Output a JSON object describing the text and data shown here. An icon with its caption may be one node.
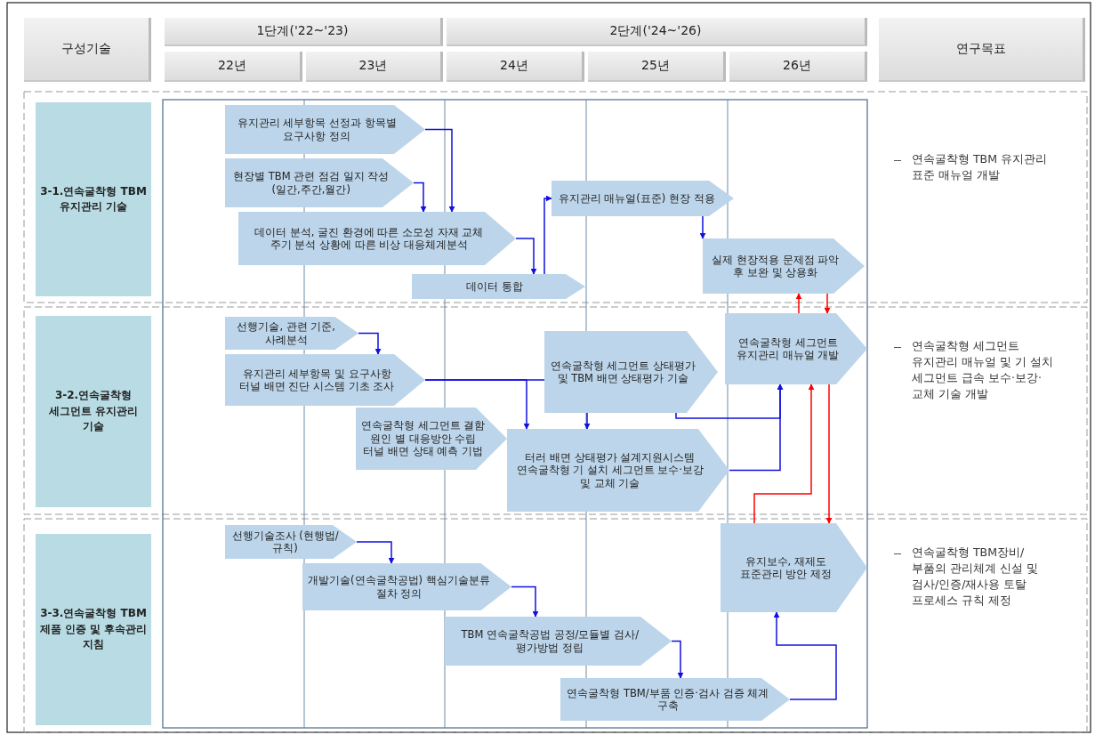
{
  "diagram": {
    "nodes": [
      {
        "text": [
          "구성기술"
        ]
      },
      {
        "text": [
          "1단계('22~'23)"
        ]
      },
      {
        "text": [
          "2단계('24~'26)"
        ]
      },
      {
        "text": [
          "22년"
        ]
      },
      {
        "text": [
          "23년"
        ]
      },
      {
        "text": [
          "24년"
        ]
      },
      {
        "text": [
          "25년"
        ]
      },
      {
        "text": [
          "26년"
        ]
      },
      {
        "text": [
          "연구목표"
        ]
      },
      {
        "text": [
          "3-1.연속굴착형 TBM 유지관리 기술"
        ]
      },
      {
        "text": [
          "3-2.연속굴착형 세그먼트 유지관리 기술"
        ]
      },
      {
        "text": [
          "3-3.연속굴착형 TBM 제품 인증 및 후속관리 지침"
        ]
      },
      {
        "text": [
          "유지관리 세부항목 선정과 항목별 요구사항 정의"
        ]
      },
      {
        "text": [
          "현장별 TBM 관련 점검 일지 작성 (일간,주간,월간)"
        ]
      },
      {
        "text": [
          "데이터 분석, 굴진 환경에 따른 소모성 자재 교체 주기 분석 상황에 따른 비상 대응체계분석"
        ]
      },
      {
        "text": [
          "데이터 통합"
        ]
      },
      {
        "text": [
          "유지관리 매뉴얼(표준) 현장 적용"
        ]
      },
      {
        "text": [
          "실제 현장적용 문제점 파악 후 보완 및 상용화"
        ]
      },
      {
        "text": [
          "선행기술, 관련 기준, 사례분석"
        ]
      },
      {
        "text": [
          "유지관리 세부항목 및 요구사항 터널 배면 진단 시스템 기초 조사"
        ]
      },
      {
        "text": [
          "연속굴착형 세그먼트 결함 원인 별 대응방안 수립 터널 배면 상태 예측 기법"
        ]
      },
      {
        "text": [
          "연속굴착형 세그먼트 상태평가 및 TBM 배면 상태평가 기술"
        ]
      },
      {
        "text": [
          "터러 배면 상태평가 설계지원시스템 연속굴착형 기 설치 세그먼트 보수·보강 및 교체 기술"
        ]
      },
      {
        "text": [
          "연속굴착형 세그먼트 유지관리 매뉴얼 개발"
        ]
      },
      {
        "text": [
          "선행기술조사 (현행법/규칙)"
        ]
      },
      {
        "text": [
          "개발기술(연속굴착공법) 핵심기술분류 절차 정의"
        ]
      },
      {
        "text": [
          "TBM 연속굴착공법 공정/모듈별 검사/평가방법 정립"
        ]
      },
      {
        "text": [
          "연속굴착형 TBM/부품 인증·검사 검증 체계 구축"
        ]
      },
      {
        "text": [
          "유지보수, 재제도 표준관리 방안 제정"
        ]
      }
    ],
    "edges": [
      {
        "from": 12,
        "to": 14,
        "arrow": "to"
      },
      {
        "from": 13,
        "to": 14,
        "arrow": "to"
      },
      {
        "from": 14,
        "to": 15,
        "arrow": "to"
      },
      {
        "from": 15,
        "to": 16,
        "arrow": "to"
      },
      {
        "from": 16,
        "to": 17,
        "arrow": "to"
      },
      {
        "from": 23,
        "to": 17,
        "arrow": "to",
        "color": "#ff0000"
      },
      {
        "from": 17,
        "to": 23,
        "arrow": "to",
        "color": "#ff0000"
      },
      {
        "from": 18,
        "to": 19,
        "arrow": "to"
      },
      {
        "from": 19,
        "to": 21,
        "arrow": "none"
      },
      {
        "from": 19,
        "to": 22,
        "arrow": "to"
      },
      {
        "from": 21,
        "to": 22,
        "arrow": "to"
      },
      {
        "from": 21,
        "to": 23,
        "arrow": "to"
      },
      {
        "from": 22,
        "to": 23,
        "arrow": "to"
      },
      {
        "from": 28,
        "to": 23,
        "arrow": "to",
        "color": "#ff0000"
      },
      {
        "from": 23,
        "to": 28,
        "arrow": "to",
        "color": "#ff0000"
      },
      {
        "from": 24,
        "to": 25,
        "arrow": "to"
      },
      {
        "from": 25,
        "to": 26,
        "arrow": "to"
      },
      {
        "from": 26,
        "to": 27,
        "arrow": "to"
      },
      {
        "from": 27,
        "to": 28,
        "arrow": "to"
      }
    ],
    "labels": [
      "연속굴착형 TBM 유지관리 표준 매뉴얼 개발",
      "연속굴착형 세그먼트 유지관리 매뉴얼 및 기 설치 세그먼트 급속 보수·보강·교체 기술 개발",
      "연속굴착형 TBM장비/부품의 관리체계 신설 및 검사/인증/재사용 토탈 프로세스 규칙 제정"
    ]
  }
}
